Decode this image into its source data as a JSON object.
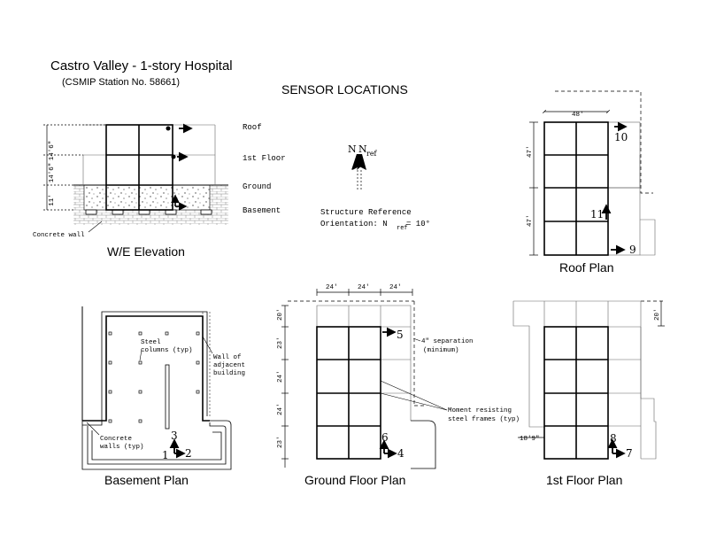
{
  "header": {
    "title": "Castro Valley - 1-story Hospital",
    "station": "(CSMIP Station No. 58661)",
    "subtitle": "SENSOR LOCATIONS"
  },
  "elevation": {
    "caption": "W/E Elevation",
    "levels": [
      "Roof",
      "1st Floor",
      "Ground",
      "Basement"
    ],
    "dims": [
      "14'6\"",
      "14'6\"",
      "11'"
    ],
    "note": "Concrete wall"
  },
  "orientation": {
    "north": "N",
    "nref": "N",
    "nref_sub": "ref",
    "line1": "Structure Reference",
    "line2_pre": "Orientation: N",
    "line2_sub": "ref",
    "line2_post": " = 10°"
  },
  "roof_plan": {
    "caption": "Roof Plan",
    "dims": [
      "48'",
      "47'",
      "47'"
    ],
    "sensors": [
      "10",
      "11",
      "9"
    ]
  },
  "basement_plan": {
    "caption": "Basement Plan",
    "notes": [
      "Steel",
      "columns (typ)",
      "Wall of",
      "adjacent",
      "building",
      "Concrete",
      "walls (typ)"
    ],
    "sensors": [
      "3",
      "1",
      "2"
    ]
  },
  "ground_plan": {
    "caption": "Ground Floor Plan",
    "dims": [
      "24'",
      "24'",
      "24'",
      "20'",
      "23'",
      "24'",
      "24'",
      "23'"
    ],
    "notes": [
      "4\" separation",
      "(minimum)",
      "Moment resisting",
      "steel frames (typ)"
    ],
    "sensors": [
      "5",
      "6",
      "4"
    ]
  },
  "first_plan": {
    "caption": "1st Floor Plan",
    "dims": [
      "20'",
      "18'9\""
    ],
    "sensors": [
      "8",
      "7"
    ]
  },
  "colors": {
    "ink": "#000000",
    "hatch": "#555555"
  }
}
